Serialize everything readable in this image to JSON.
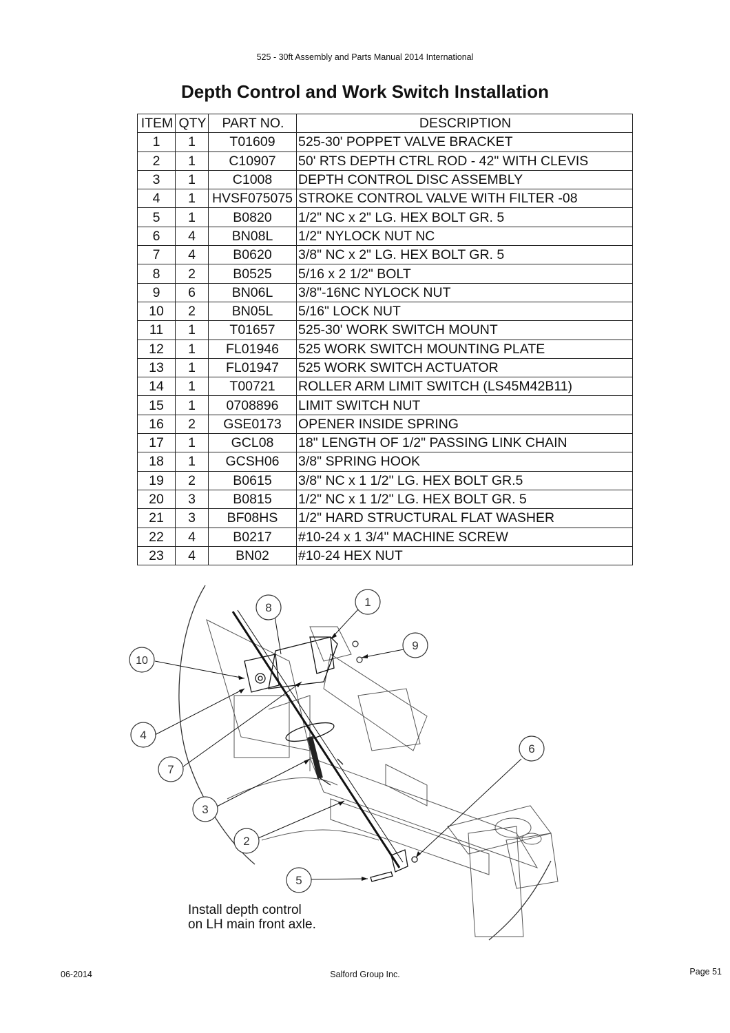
{
  "header": {
    "text": "525 - 30ft Assembly and Parts Manual 2014 International"
  },
  "title": "Depth Control and Work Switch Installation",
  "table": {
    "columns": [
      "ITEM",
      "QTY",
      "PART NO.",
      "DESCRIPTION"
    ],
    "rows": [
      [
        "1",
        "1",
        "T01609",
        "525-30' POPPET VALVE BRACKET"
      ],
      [
        "2",
        "1",
        "C10907",
        "50' RTS DEPTH CTRL ROD - 42\" WITH CLEVIS"
      ],
      [
        "3",
        "1",
        "C1008",
        "DEPTH CONTROL DISC ASSEMBLY"
      ],
      [
        "4",
        "1",
        "HVSF075075",
        "STROKE CONTROL VALVE WITH FILTER -08"
      ],
      [
        "5",
        "1",
        "B0820",
        "1/2\" NC x 2\" LG. HEX BOLT GR. 5"
      ],
      [
        "6",
        "4",
        "BN08L",
        "1/2\" NYLOCK NUT NC"
      ],
      [
        "7",
        "4",
        "B0620",
        "3/8\" NC x 2\" LG. HEX BOLT GR. 5"
      ],
      [
        "8",
        "2",
        "B0525",
        "5/16 x 2 1/2\"  BOLT"
      ],
      [
        "9",
        "6",
        "BN06L",
        "3/8\"-16NC NYLOCK NUT"
      ],
      [
        "10",
        "2",
        "BN05L",
        "5/16\" LOCK NUT"
      ],
      [
        "11",
        "1",
        "T01657",
        "525-30' WORK SWITCH MOUNT"
      ],
      [
        "12",
        "1",
        "FL01946",
        "525 WORK SWITCH MOUNTING PLATE"
      ],
      [
        "13",
        "1",
        "FL01947",
        "525 WORK SWITCH ACTUATOR"
      ],
      [
        "14",
        "1",
        "T00721",
        "ROLLER ARM LIMIT SWITCH (LS45M42B11)"
      ],
      [
        "15",
        "1",
        "0708896",
        "LIMIT SWITCH NUT"
      ],
      [
        "16",
        "2",
        "GSE0173",
        "OPENER INSIDE SPRING"
      ],
      [
        "17",
        "1",
        "GCL08",
        "18\" LENGTH OF 1/2\" PASSING LINK CHAIN"
      ],
      [
        "18",
        "1",
        "GCSH06",
        "3/8\" SPRING HOOK"
      ],
      [
        "19",
        "2",
        "B0615",
        "3/8\" NC x 1 1/2\" LG. HEX BOLT GR.5"
      ],
      [
        "20",
        "3",
        "B0815",
        "1/2\" NC x 1 1/2\" LG. HEX BOLT GR. 5"
      ],
      [
        "21",
        "3",
        "BF08HS",
        "1/2\" HARD STRUCTURAL FLAT WASHER"
      ],
      [
        "22",
        "4",
        "B0217",
        "#10-24 x 1 3/4\" MACHINE SCREW"
      ],
      [
        "23",
        "4",
        "BN02",
        "#10-24 HEX NUT"
      ]
    ]
  },
  "diagram": {
    "callouts": [
      "1",
      "2",
      "3",
      "4",
      "5",
      "6",
      "7",
      "8",
      "9",
      "10"
    ],
    "caption_line1": "Install depth control",
    "caption_line2": "on LH main front axle."
  },
  "footer": {
    "date": "06-2014",
    "company": "Salford Group Inc.",
    "page": "Page 51"
  }
}
